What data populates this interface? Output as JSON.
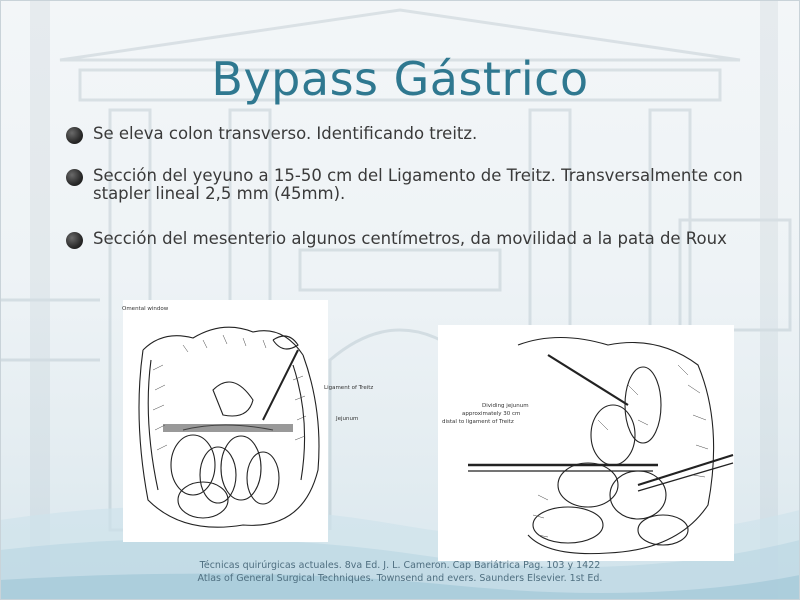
{
  "slide": {
    "title": "Bypass Gástrico",
    "bullets": [
      "Se eleva colon transverso. Identificando treitz.",
      "Sección del yeyuno a 15-50 cm del Ligamento de Treitz. Transversalmente con stapler lineal 2,5 mm (45mm).",
      "Sección del mesenterio algunos centímetros, da movilidad a la pata de Roux"
    ],
    "figure_left": {
      "labels": {
        "omental_window": "Omental window",
        "ligament": "Ligament of Treitz",
        "jejunum": "Jejunum"
      }
    },
    "figure_right": {
      "labels": {
        "line1": "Dividing jejunum",
        "line2": "approximately 30 cm",
        "line3": "distal to ligament of Treitz"
      }
    },
    "credits": [
      "Técnicas quirúrgicas actuales. 8va Ed. J. L. Cameron. Cap Bariátrica Pag. 103 y 1422",
      "Atlas of General Surgical Techniques. Townsend and evers.  Saunders Elsevier. 1st Ed."
    ]
  },
  "colors": {
    "title": "#2f7890",
    "body_text": "#3a3a3a",
    "bullet": "#2a2a2a",
    "credits": "#4f6f80"
  }
}
